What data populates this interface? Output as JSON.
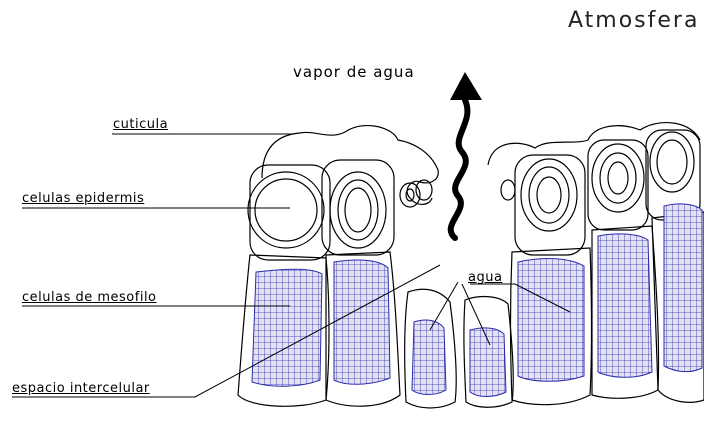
{
  "title": "Atmosfera",
  "labels": {
    "vapor": "vapor de agua",
    "cuticula": "cuticula",
    "epidermis": "celulas epidermis",
    "mesofilo": "celulas de mesofilo",
    "agua": "agua",
    "espacio": "espacio intercelular"
  },
  "colors": {
    "outline": "#000000",
    "mesophyll_grid": "#2b2ba8",
    "mesophyll_fill": "#dcdcf2"
  }
}
